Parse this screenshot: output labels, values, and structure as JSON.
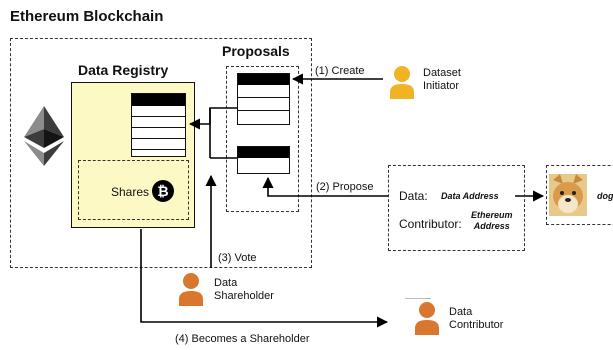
{
  "title": "Ethereum Blockchain",
  "registry": {
    "label": "Data Registry",
    "shares_label": "Shares"
  },
  "proposals": {
    "label": "Proposals"
  },
  "actors": {
    "initiator": "Dataset\nInitiator",
    "shareholder": "Data\nShareholder",
    "contributor": "Data\nContributor"
  },
  "steps": {
    "create": "(1) Create",
    "propose": "(2) Propose",
    "vote": "(3) Vote",
    "becomes": "(4) Becomes a Shareholder"
  },
  "submission": {
    "data_label": "Data:",
    "data_value": "Data Address",
    "contributor_label": "Contributor:",
    "contributor_value": "Ethereum\nAddress"
  },
  "image_caption": "dog",
  "colors": {
    "registry_fill": "#fdf9c4",
    "person": "#d9772f",
    "person_initiator": "#f0b323"
  }
}
